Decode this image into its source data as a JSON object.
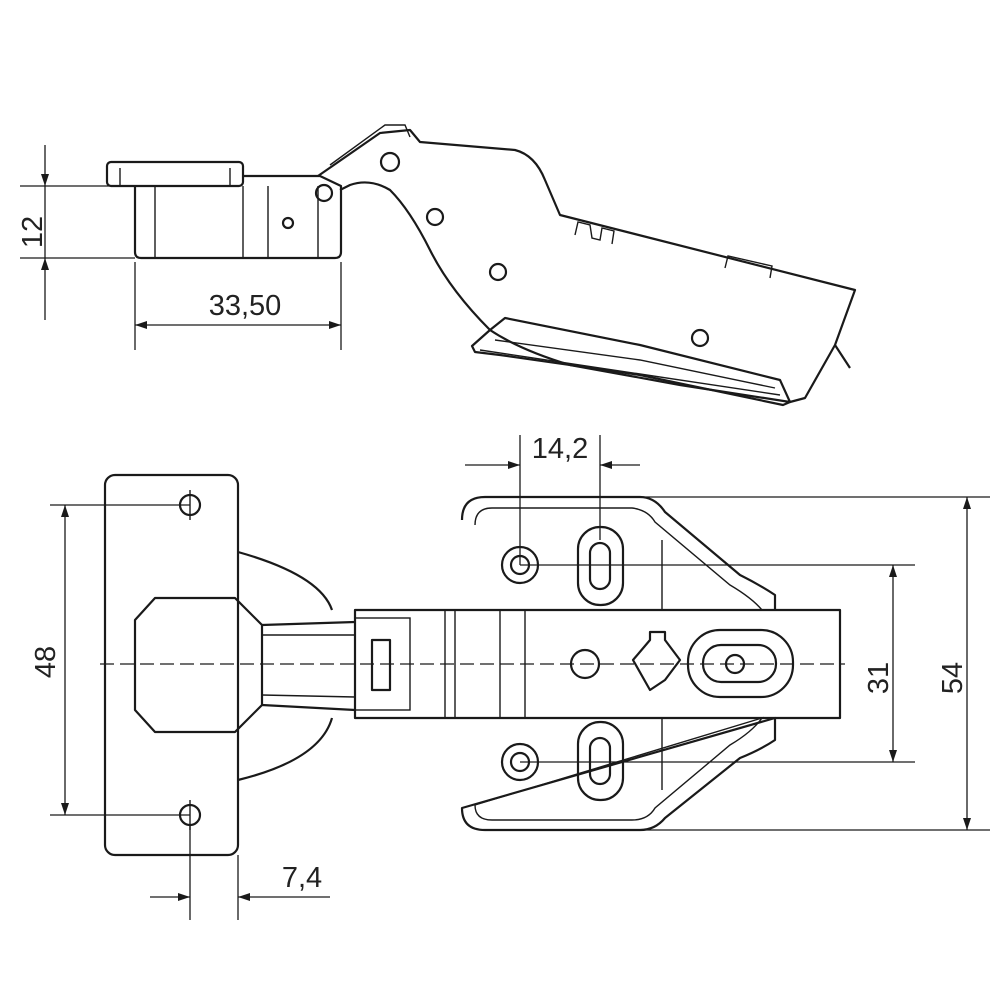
{
  "drawing": {
    "dimensions": {
      "cup_height": "12",
      "cup_length": "33,50",
      "hole_spacing_x": "14,2",
      "plate_hole_spacing": "48",
      "mount_hole_spacing": "31",
      "mount_plate_width": "54",
      "edge_offset": "7,4"
    }
  }
}
